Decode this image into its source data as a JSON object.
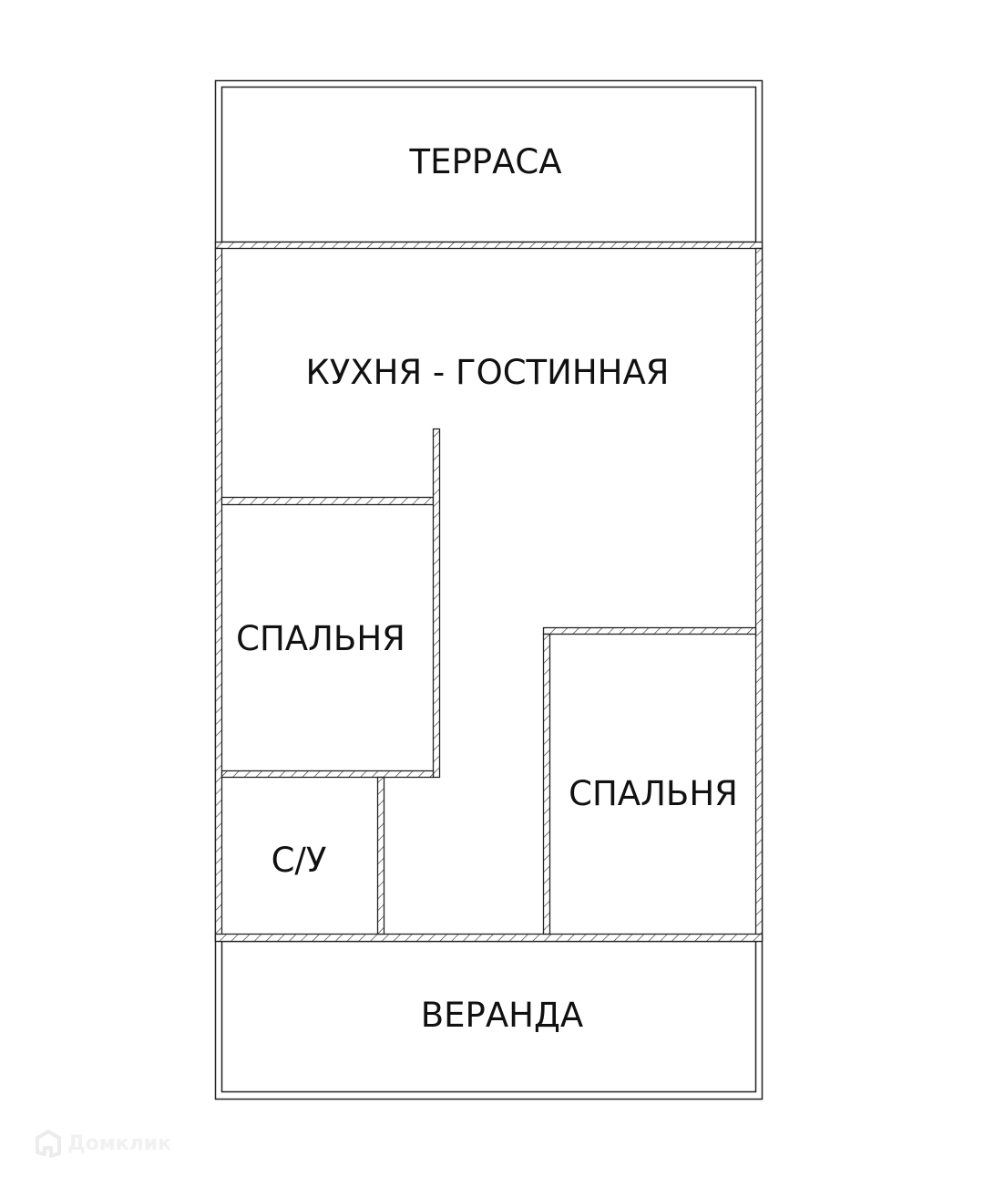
{
  "plan": {
    "rooms": [
      {
        "id": "terrace",
        "label": "ТЕРРАСА"
      },
      {
        "id": "kitchen-living",
        "label": "КУХНЯ - ГОСТИННАЯ"
      },
      {
        "id": "bedroom-1",
        "label": "СПАЛЬНЯ"
      },
      {
        "id": "bedroom-2",
        "label": "СПАЛЬНЯ"
      },
      {
        "id": "bathroom",
        "label": "С/У"
      },
      {
        "id": "veranda",
        "label": "ВЕРАНДА"
      }
    ]
  },
  "colors": {
    "line": "#222222",
    "background": "#ffffff",
    "watermark": "#f1f1f1"
  },
  "watermark": {
    "text": "Домклик",
    "icon": "house-logo-icon"
  }
}
